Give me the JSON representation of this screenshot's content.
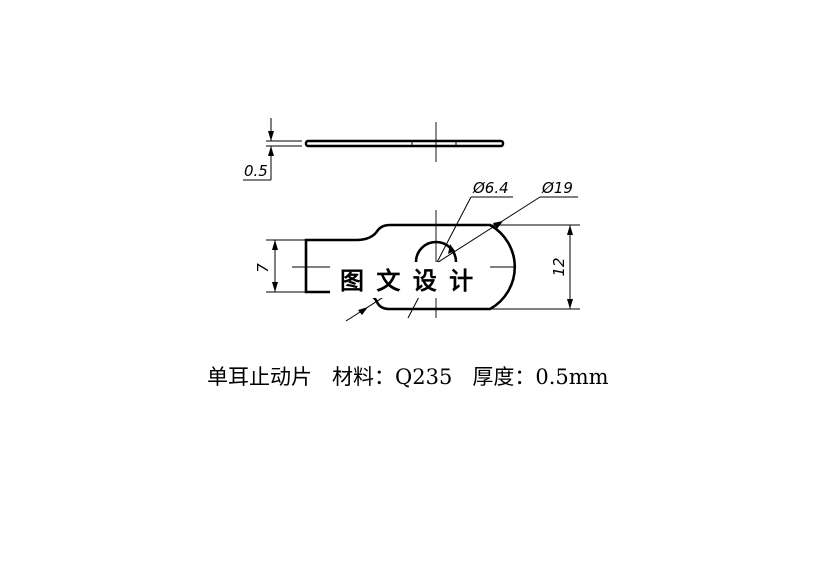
{
  "dimensions": {
    "thickness": "0.5",
    "hole_diameter": "Ø6.4",
    "outer_diameter": "Ø19",
    "tab_width": "7",
    "body_width": "12"
  },
  "watermark": "图 文 设 计",
  "caption": "单耳止动片   材料：Q235   厚度：0.5mm"
}
